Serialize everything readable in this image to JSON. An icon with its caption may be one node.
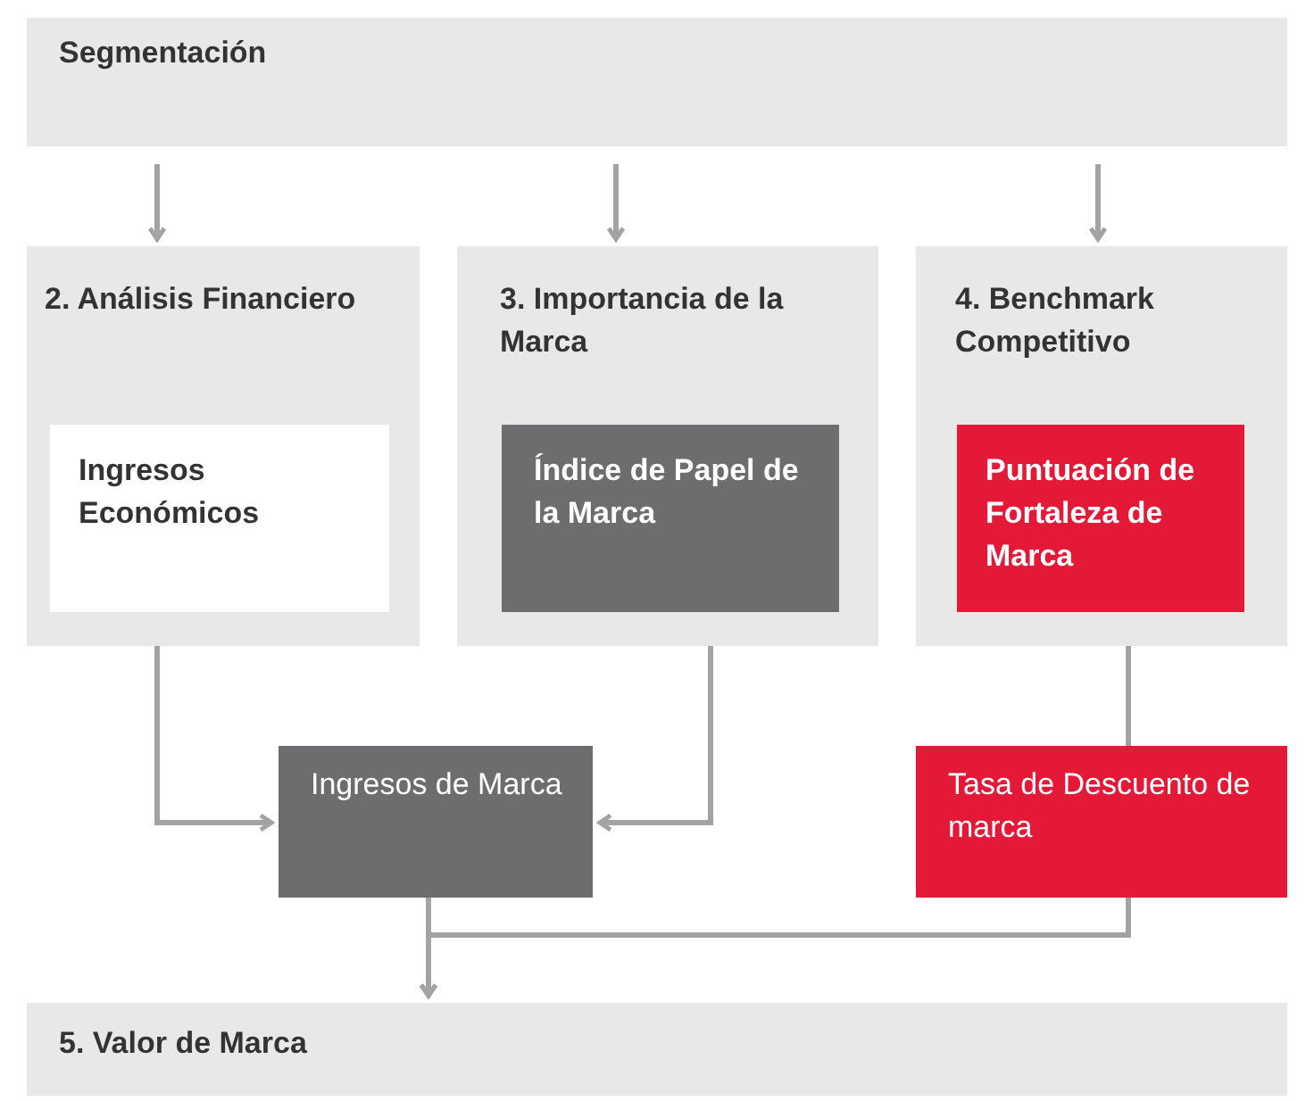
{
  "diagram": {
    "nodes": [
      {
        "text": [
          "Segmentación"
        ]
      },
      {
        "text": [
          "2. Análisis Financiero"
        ]
      },
      {
        "text": [
          "Ingresos Económicos"
        ],
        "in": 1
      },
      {
        "text": [
          "3. Importancia de la Marca"
        ]
      },
      {
        "text": [
          "Índice de Papel de la Marca"
        ],
        "in": 3
      },
      {
        "text": [
          "4. Benchmark Competitivo"
        ]
      },
      {
        "text": [
          "Puntuación de Fortaleza de Marca"
        ],
        "in": 5
      },
      {
        "text": [
          "Ingresos de Marca"
        ]
      },
      {
        "text": [
          "Tasa de Descuento de marca"
        ]
      },
      {
        "text": [
          "5. Valor de Marca"
        ]
      }
    ],
    "edges": [
      {
        "from": 0,
        "to": 1,
        "arrow": "to"
      },
      {
        "from": 0,
        "to": 3,
        "arrow": "to"
      },
      {
        "from": 0,
        "to": 5,
        "arrow": "to"
      },
      {
        "from": 1,
        "to": 7,
        "arrow": "to"
      },
      {
        "from": 3,
        "to": 7,
        "arrow": "to"
      },
      {
        "from": 5,
        "to": 8,
        "arrow": "none"
      },
      {
        "from": 7,
        "to": 9,
        "arrow": "to"
      },
      {
        "from": 8,
        "to": 9,
        "arrow": "to"
      }
    ]
  }
}
